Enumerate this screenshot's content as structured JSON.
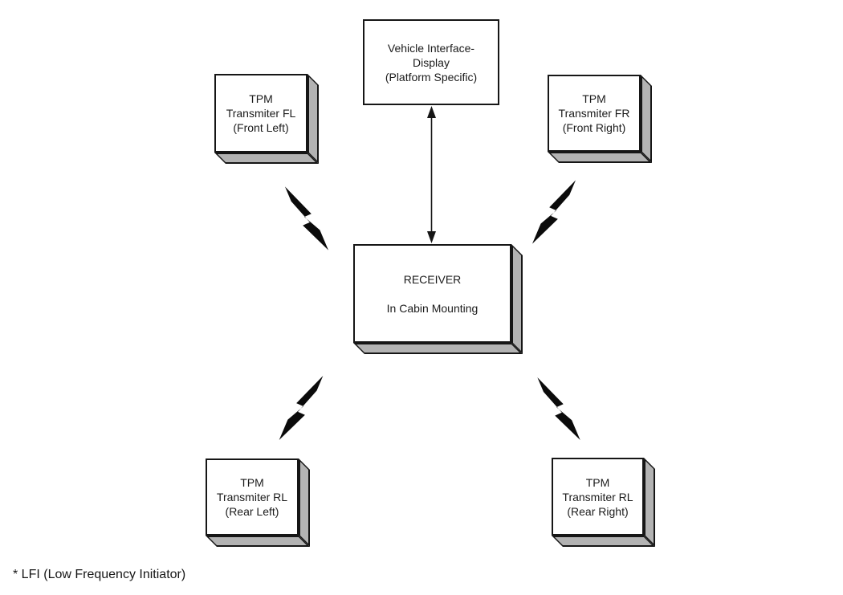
{
  "diagram": {
    "nodes": {
      "vehicle_display": {
        "lines": [
          "Vehicle Interface-",
          "Display",
          "(Platform Specific)"
        ]
      },
      "tpm_front_left": {
        "lines": [
          "TPM",
          "Transmiter FL",
          "(Front Left)"
        ]
      },
      "tpm_front_right": {
        "lines": [
          "TPM",
          "Transmiter FR",
          "(Front Right)"
        ]
      },
      "receiver": {
        "lines": [
          "RECEIVER",
          "In Cabin Mounting"
        ]
      },
      "tpm_rear_left": {
        "lines": [
          "TPM",
          "Transmiter RL",
          "(Rear Left)"
        ]
      },
      "tpm_rear_right": {
        "lines": [
          "TPM",
          "Transmiter RL",
          "(Rear Right)"
        ]
      }
    },
    "connectors": {
      "display_to_receiver": "bidirectional-arrow",
      "transmitter_links": "lightning-bolt"
    },
    "footnote": "* LFI (Low Frequency Initiator)",
    "colors": {
      "background": "#ffffff",
      "box_face": "#ffffff",
      "box_side": "#b3b3b3",
      "border": "#161616",
      "text": "#1b1b1b"
    }
  }
}
